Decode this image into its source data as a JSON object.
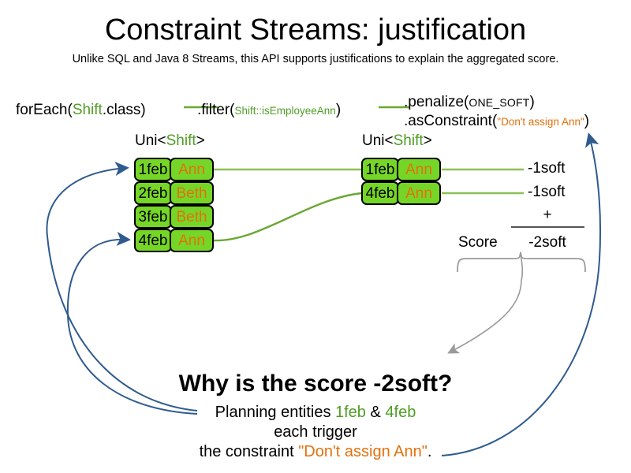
{
  "header": {
    "title": "Constraint Streams: justification",
    "subtitle": "Unlike SQL and Java 8 Streams, this API supports justifications to explain the aggregated score."
  },
  "code": {
    "foreach": {
      "call": "forEach(",
      "type": "Shift",
      "tail": ".class)"
    },
    "filter": {
      "call": ".filter(",
      "arg": "Shift::isEmployeeAnn",
      "tail": ")"
    },
    "penalize": {
      "call": ".penalize(",
      "arg": "ONE_SOFT",
      "tail": ")"
    },
    "as_constraint": {
      "call": ".asConstraint(",
      "arg": "\"Don't assign Ann\"",
      "tail": ")"
    }
  },
  "streams": {
    "left": {
      "label_prefix": "Uni<",
      "label_type": "Shift",
      "label_suffix": ">",
      "rows": [
        {
          "date": "1feb",
          "name": "Ann"
        },
        {
          "date": "2feb",
          "name": "Beth"
        },
        {
          "date": "3feb",
          "name": "Beth"
        },
        {
          "date": "4feb",
          "name": "Ann"
        }
      ]
    },
    "right": {
      "label_prefix": "Uni<",
      "label_type": "Shift",
      "label_suffix": ">",
      "rows": [
        {
          "date": "1feb",
          "name": "Ann",
          "score": "-1soft"
        },
        {
          "date": "4feb",
          "name": "Ann",
          "score": "-1soft"
        }
      ]
    }
  },
  "score_summary": {
    "operator": "+",
    "label": "Score",
    "total": "-2soft"
  },
  "explanation": {
    "question": "Why is the score -2soft?",
    "line1_prefix": "Planning entities ",
    "line1_entity_a": "1feb",
    "line1_amp": " & ",
    "line1_entity_b": "4feb",
    "line2": "each trigger",
    "line3_prefix": "the constraint ",
    "line3_constraint": "\"Don't assign Ann\"",
    "line3_suffix": "."
  },
  "colors": {
    "box_fill": "#76d627",
    "box_border": "#000000",
    "name_text": "#e2700d",
    "type_green": "#4f9d25",
    "flow_green": "#8cc152",
    "arrow_blue": "#2f5b8f",
    "brace_gray": "#999999"
  }
}
